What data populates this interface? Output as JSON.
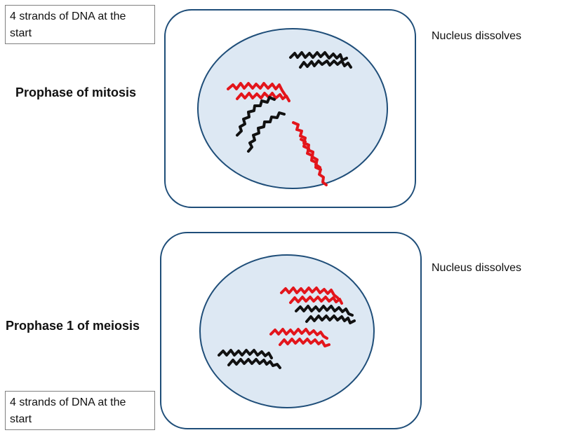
{
  "note_top": "4 strands of DNA at the start",
  "note_bottom": "4 strands of DNA at the start",
  "mitosis": {
    "label": "Prophase of mitosis",
    "side_note": "Nucleus dissolves"
  },
  "meiosis": {
    "label": "Prophase 1 of meiosis",
    "side_note": "Nucleus dissolves"
  },
  "colors": {
    "cell_border": "#1f4e79",
    "nucleus_fill": "#dde8f3",
    "strand_red": "#e3151b",
    "strand_black": "#111111"
  }
}
